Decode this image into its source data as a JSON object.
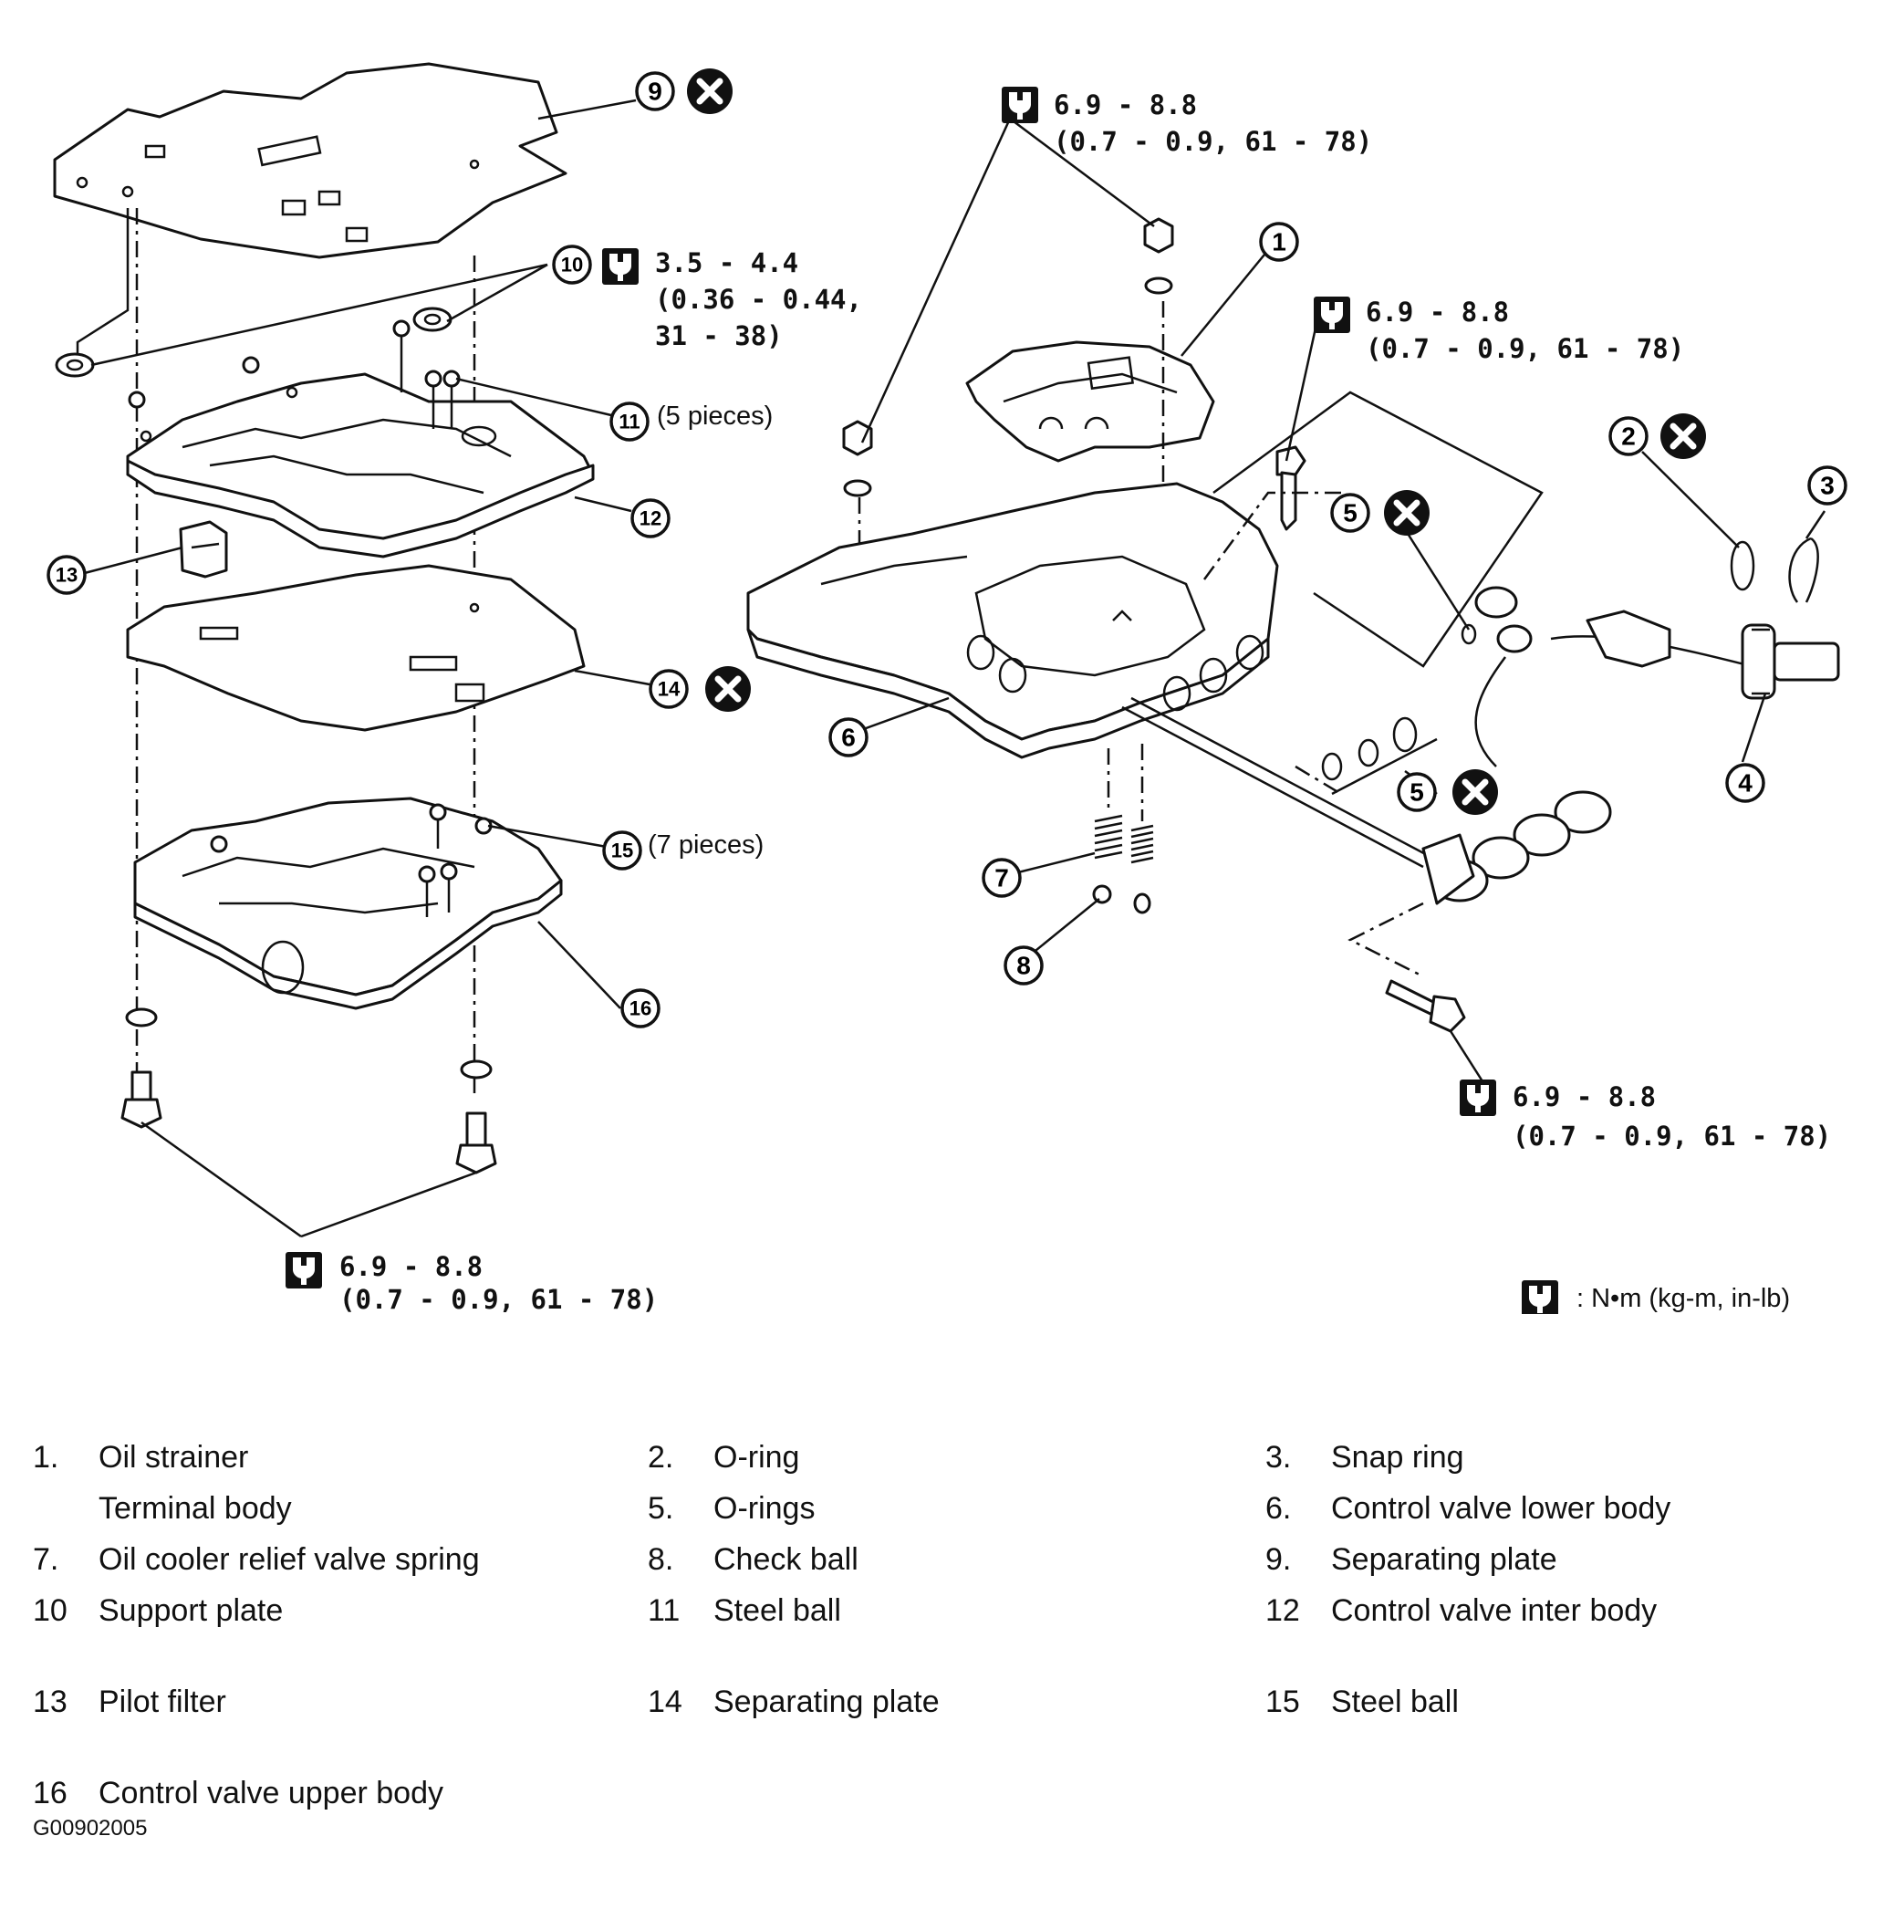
{
  "diagram": {
    "callouts": [
      "1",
      "2",
      "3",
      "4",
      "5",
      "5",
      "6",
      "7",
      "8",
      "9",
      "10",
      "11",
      "12",
      "13",
      "14",
      "15",
      "16"
    ],
    "torque_specs": [
      {
        "line1": "6.9 - 8.8",
        "line2": "(0.7 - 0.9, 61 - 78)"
      },
      {
        "line1": "3.5 - 4.4",
        "line2": "(0.36 - 0.44,",
        "line3": "31 - 38)"
      },
      {
        "line1": "6.9 - 8.8",
        "line2": "(0.7 - 0.9, 61 - 78)"
      },
      {
        "line1": "6.9 - 8.8",
        "line2": "(0.7 - 0.9, 61 - 78)"
      },
      {
        "line1": "6.9 - 8.8",
        "line2": "(0.7 - 0.9, 61 - 78)"
      }
    ],
    "notes": {
      "steel_ball_11": "(5  pieces)",
      "steel_ball_15": "(7  pieces)"
    },
    "unit_legend": ":  N•m  (kg-m,  in-lb)",
    "icons": {
      "torque": "torque-wrench-icon",
      "replace": "do-not-reuse-x-icon"
    }
  },
  "parts_list": [
    {
      "num": "1.",
      "name": "Oil strainer"
    },
    {
      "num": "2.",
      "name": "O-ring"
    },
    {
      "num": "3.",
      "name": "Snap ring"
    },
    {
      "num": "",
      "name": "Terminal body"
    },
    {
      "num": "5.",
      "name": "O-rings"
    },
    {
      "num": "6.",
      "name": "Control valve lower body"
    },
    {
      "num": "7.",
      "name": "Oil cooler relief valve spring"
    },
    {
      "num": "8.",
      "name": "Check ball"
    },
    {
      "num": "9.",
      "name": "Separating plate"
    },
    {
      "num": "10",
      "name": "Support plate"
    },
    {
      "num": "11",
      "name": "Steel ball"
    },
    {
      "num": "12",
      "name": "Control valve inter body"
    },
    {
      "num": "13",
      "name": "Pilot filter"
    },
    {
      "num": "14",
      "name": "Separating plate"
    },
    {
      "num": "15",
      "name": "Steel ball"
    },
    {
      "num": "16",
      "name": "Control valve upper body"
    }
  ],
  "figure_code": "G00902005"
}
